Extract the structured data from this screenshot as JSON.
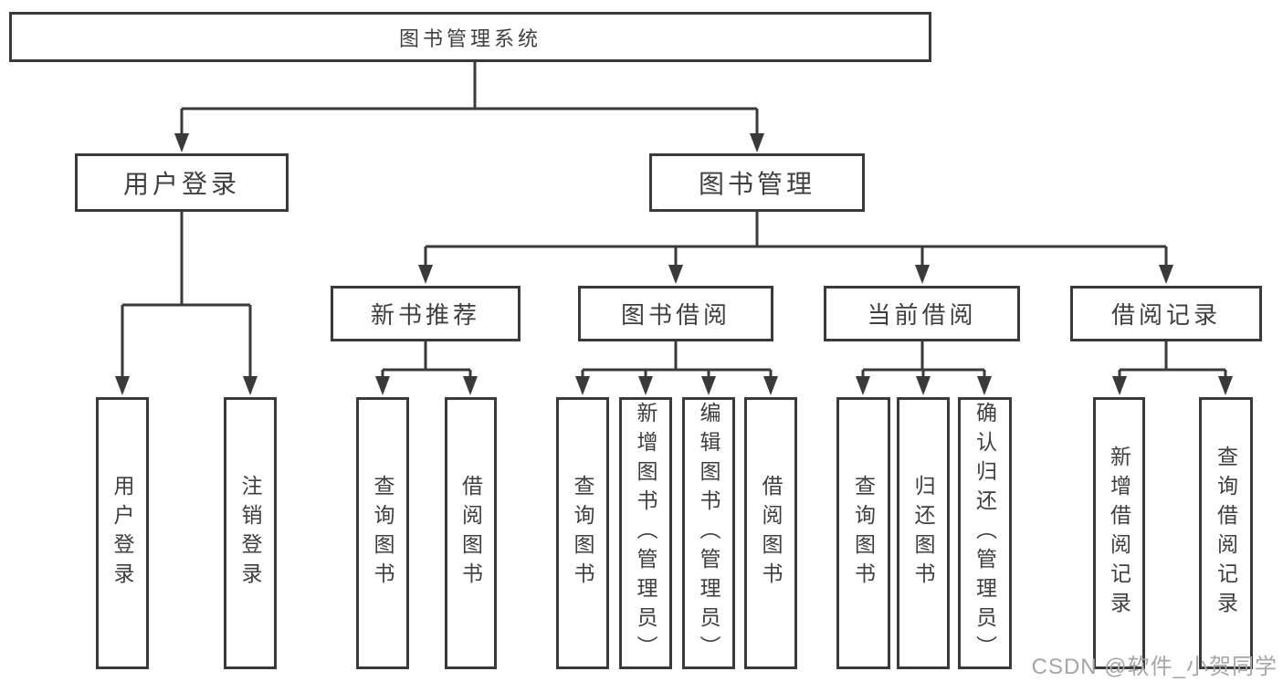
{
  "tree": {
    "root": {
      "label": "图书管理系统",
      "children": [
        {
          "label": "用户登录",
          "children": [
            {
              "label": "用户登录"
            },
            {
              "label": "注销登录"
            }
          ]
        },
        {
          "label": "图书管理",
          "children": [
            {
              "label": "新书推荐",
              "children": [
                {
                  "label": "查询图书"
                },
                {
                  "label": "借阅图书"
                }
              ]
            },
            {
              "label": "图书借阅",
              "children": [
                {
                  "label": "查询图书"
                },
                {
                  "label": "新增图书（管理员）"
                },
                {
                  "label": "编辑图书（管理员）"
                },
                {
                  "label": "借阅图书"
                }
              ]
            },
            {
              "label": "当前借阅",
              "children": [
                {
                  "label": "查询图书"
                },
                {
                  "label": "归还图书"
                },
                {
                  "label": "确认归还（管理员）"
                }
              ]
            },
            {
              "label": "借阅记录",
              "children": [
                {
                  "label": "新增借阅记录"
                },
                {
                  "label": "查询借阅记录"
                }
              ]
            }
          ]
        }
      ]
    }
  },
  "watermark": "CSDN @软件_小贺同学",
  "colors": {
    "line": "#3a3a3a",
    "text": "#3f3f3f",
    "watermark": "#a6a6a6",
    "background": "#ffffff"
  }
}
